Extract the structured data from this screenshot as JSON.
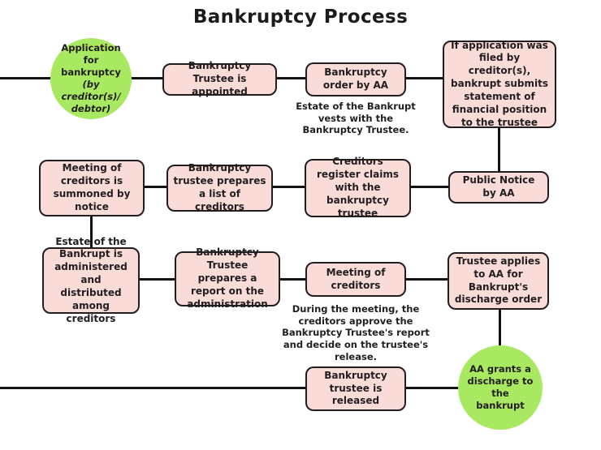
{
  "title": "Bankruptcy Process",
  "colors": {
    "boxFill": "#f9dcd8",
    "boxBorder": "#221e1f",
    "circleFill": "#a9e962",
    "line": "#131313",
    "text": "#221e1f"
  },
  "nodes": {
    "application": {
      "line1": "Application for bankruptcy",
      "line2": "(by creditor(s)/ debtor)"
    },
    "trustee_appointed": "Bankruptcy Trustee is appointed",
    "bankruptcy_order": "Bankruptcy order by AA",
    "order_note": "Estate of the Bankrupt vests with the Bankruptcy Trustee.",
    "statement": "If application was filed by creditor(s), bankrupt submits statement of financial position to the trustee",
    "public_notice": "Public Notice by AA",
    "creditors_register": "Creditors register claims with the bankruptcy trustee",
    "list_creditors": "Bankruptcy trustee prepares a list of creditors",
    "meeting_summoned": "Meeting of creditors is summoned by notice",
    "estate_administered": "Estate of the Bankrupt is administered and distributed among creditors",
    "report": "Bankruptcy Trustee prepares a report on the administration",
    "meeting": "Meeting of creditors",
    "meeting_note": "During the meeting, the creditors approve the Bankruptcy Trustee's report and decide on the trustee's release.",
    "discharge_applies": "Trustee applies to AA for Bankrupt's discharge order",
    "trustee_released": "Bankruptcy trustee is released",
    "discharge_granted": "AA grants a discharge to the bankrupt"
  }
}
